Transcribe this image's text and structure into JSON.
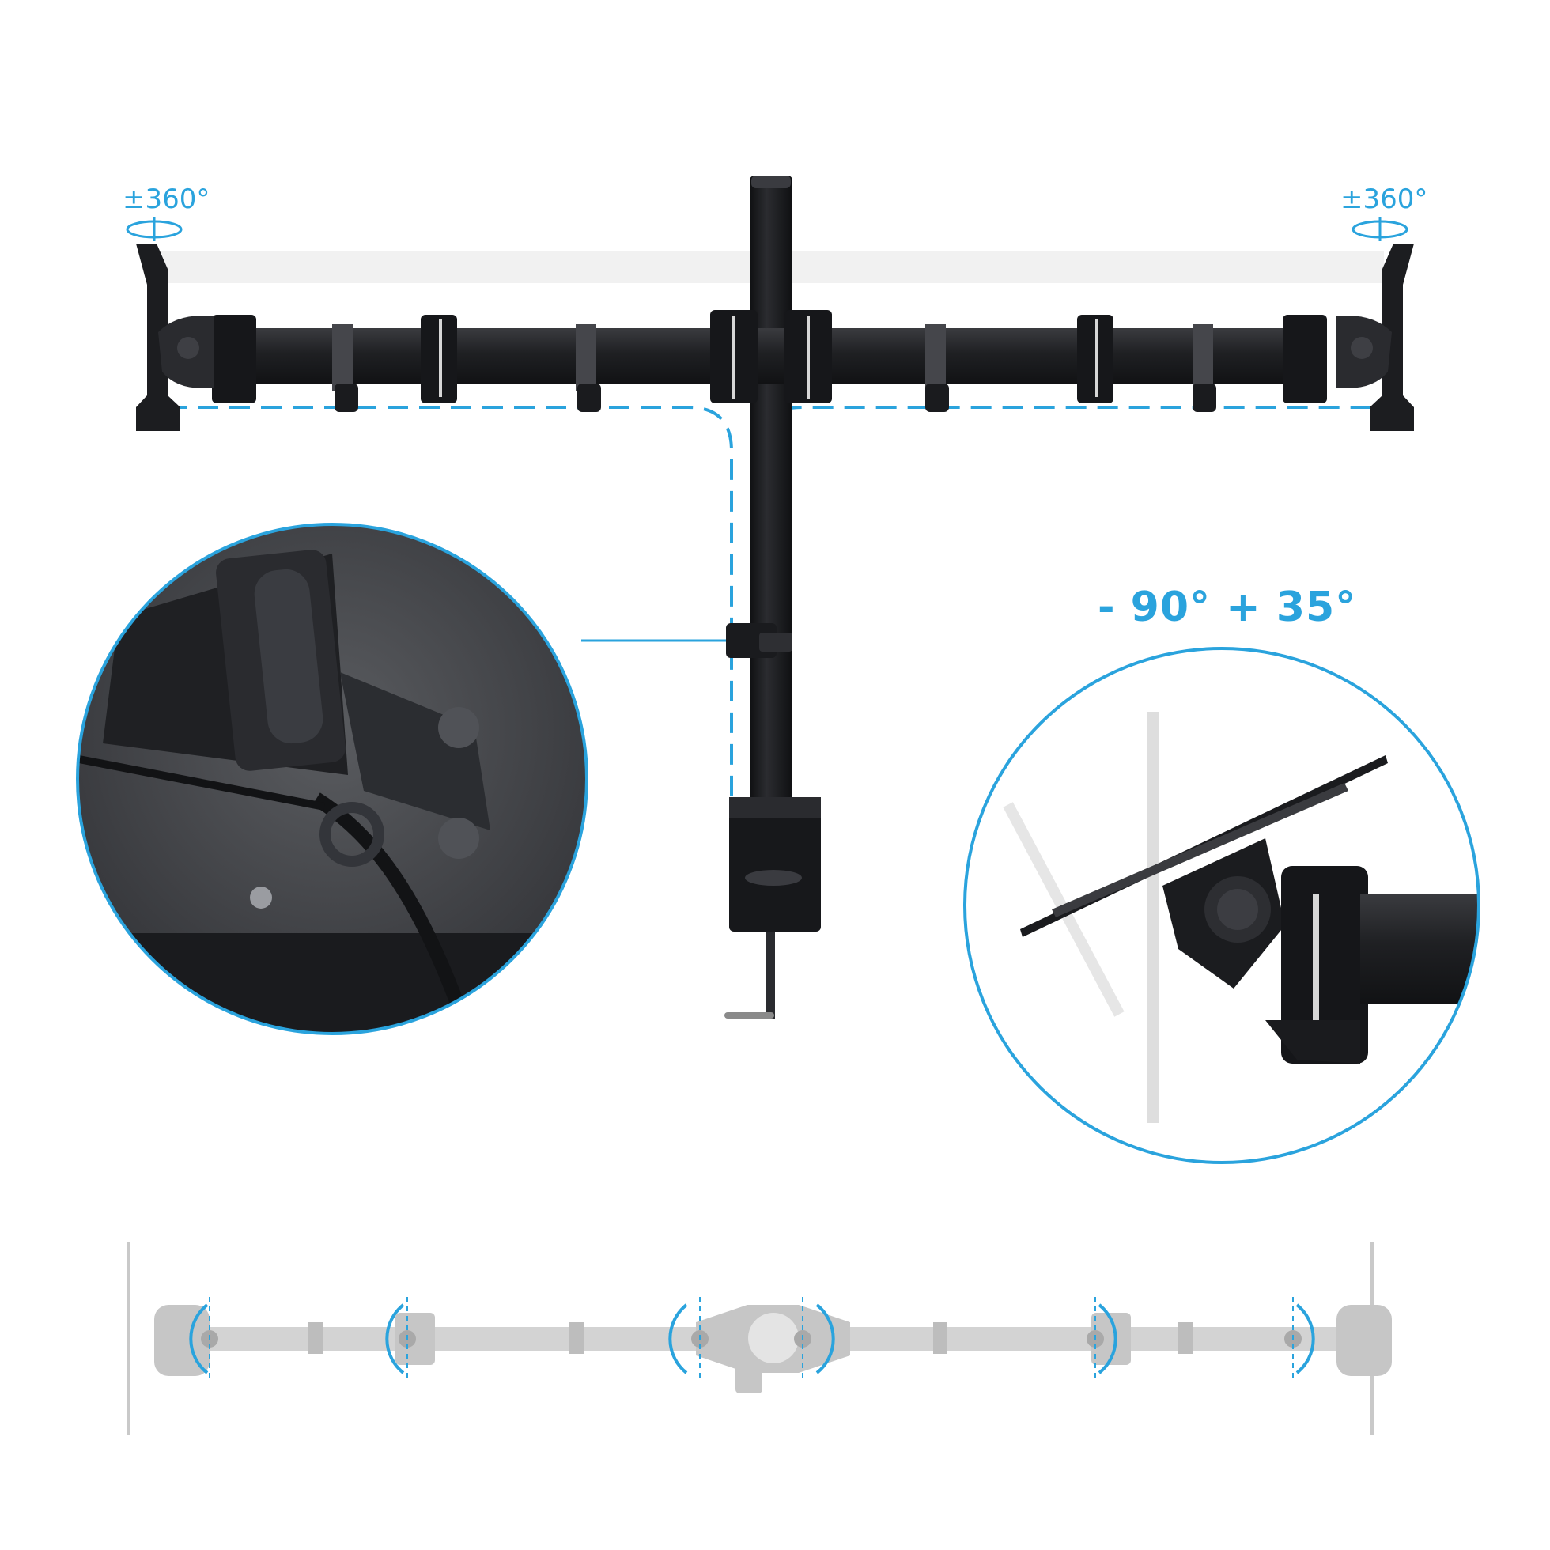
{
  "labels": {
    "rotation_left": "±360°",
    "rotation_right": "±360°",
    "tilt_range": "- 90° + 35°"
  },
  "colors": {
    "accent": "#2aa3dd",
    "product_black": "#1e1f22",
    "ghost_gray": "#c9c9c9",
    "background": "#ffffff"
  },
  "icons": {
    "rotation": "rotation-arrow-icon",
    "swivel": "swivel-arc-icon"
  }
}
